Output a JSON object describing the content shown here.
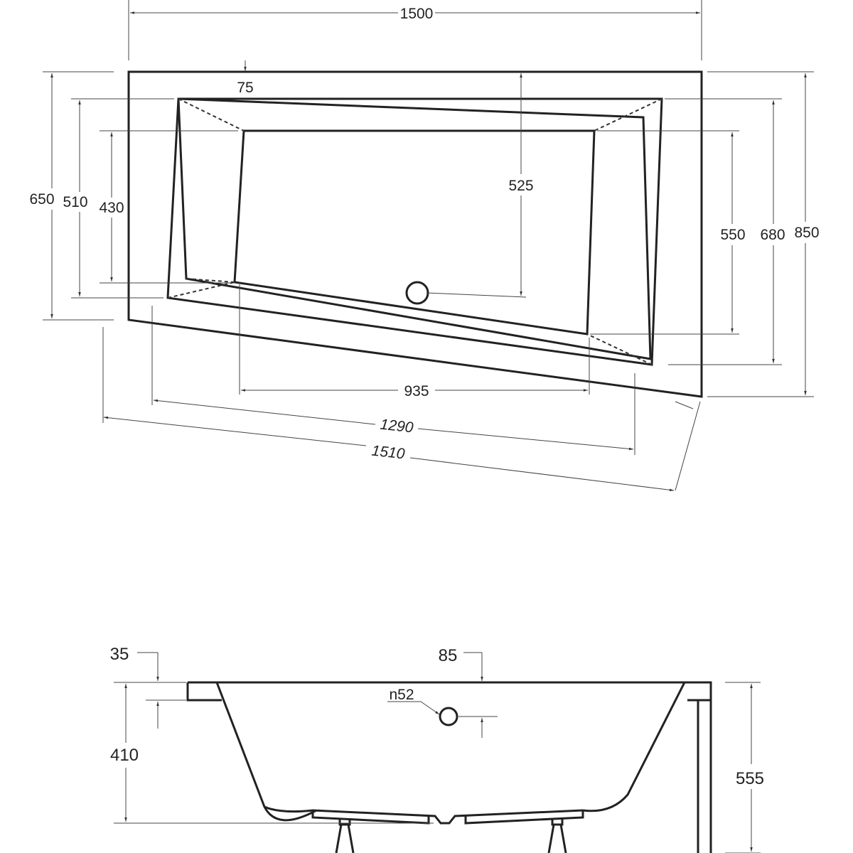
{
  "top_view": {
    "dims": {
      "width_top": "1500",
      "rim_offset": "75",
      "left_650": "650",
      "left_510": "510",
      "left_430": "430",
      "depth_525": "525",
      "right_550": "550",
      "right_680": "680",
      "right_850": "850",
      "basin_935": "935",
      "inner_1290": "1290",
      "outer_1510": "1510"
    }
  },
  "side_view": {
    "dims": {
      "rim_35": "35",
      "center_85": "85",
      "overflow_n52": "n52",
      "depth_410": "410",
      "height_555": "555"
    }
  }
}
